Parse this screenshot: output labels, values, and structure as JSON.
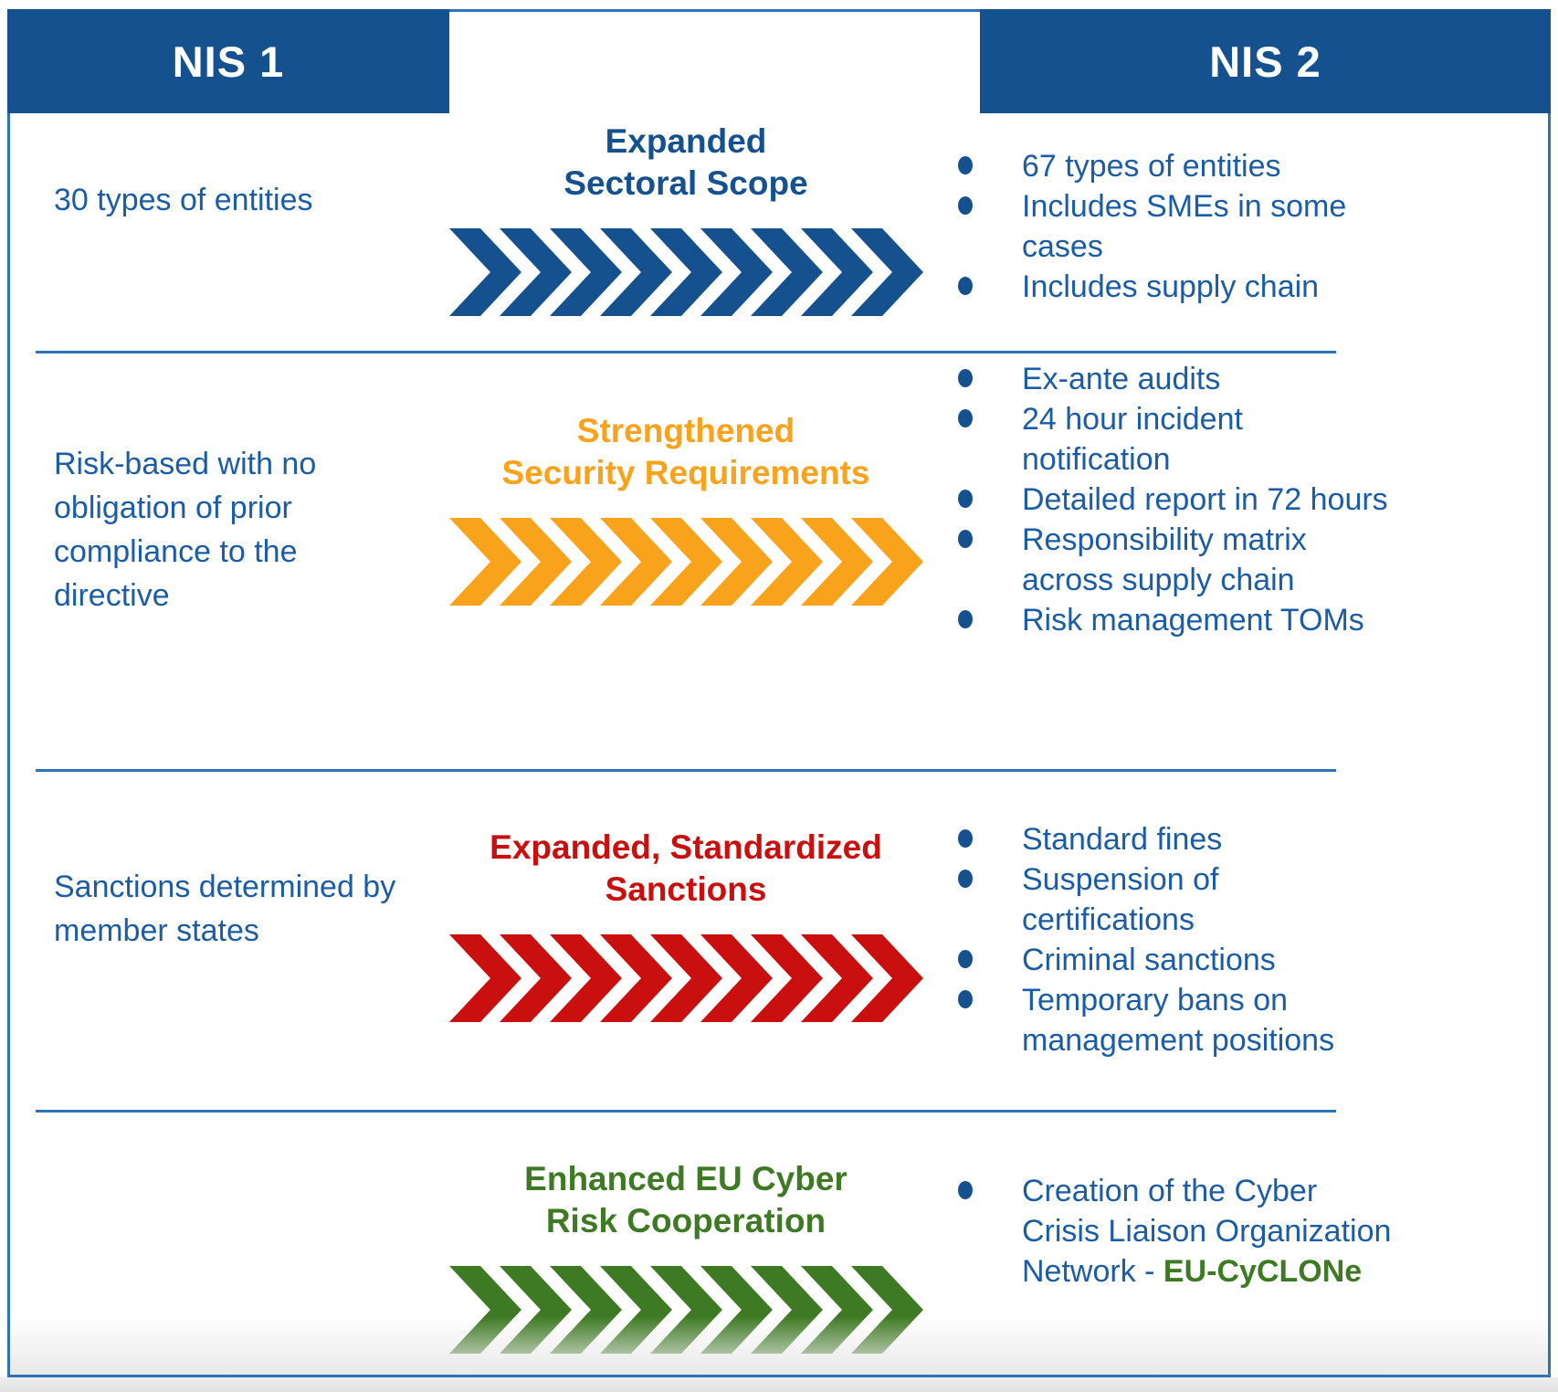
{
  "headers": {
    "nis1": "NIS 1",
    "nis2": "NIS 2"
  },
  "colors": {
    "header_bg": "#15518F",
    "frame_border": "#2E74B5",
    "body_text": "#1A5DA6",
    "bullet_dot": "#15518F",
    "row_colors": [
      "#15518F",
      "#F9A21B",
      "#C9100E",
      "#3E7A23"
    ]
  },
  "chevrons": {
    "count": 9
  },
  "rows": [
    {
      "nis1_text": "30 types of entities",
      "title_line1": "Expanded",
      "title_line2": "Sectoral Scope",
      "bullets": [
        "67 types of entities",
        "Includes SMEs in some cases",
        "Includes supply chain"
      ]
    },
    {
      "nis1_text": "Risk-based with no obligation of prior compliance to the directive",
      "title_line1": "Strengthened",
      "title_line2": "Security Requirements",
      "bullets": [
        "Ex-ante audits",
        "24 hour incident notification",
        "Detailed report in 72 hours",
        "Responsibility matrix across supply chain",
        "Risk management TOMs"
      ]
    },
    {
      "nis1_text": "Sanctions determined by member states",
      "title_line1": "Expanded, Standardized",
      "title_line2": "Sanctions",
      "bullets": [
        "Standard fines",
        "Suspension of certifications",
        "Criminal sanctions",
        "Temporary bans on management positions"
      ]
    },
    {
      "nis1_text": "",
      "title_line1": "Enhanced EU Cyber",
      "title_line2": "Risk Cooperation",
      "bullets": [],
      "bullet_rich": {
        "text": "Creation of the Cyber Crisis Liaison Organization Network - ",
        "highlight": "EU-CyCLONe"
      }
    }
  ]
}
